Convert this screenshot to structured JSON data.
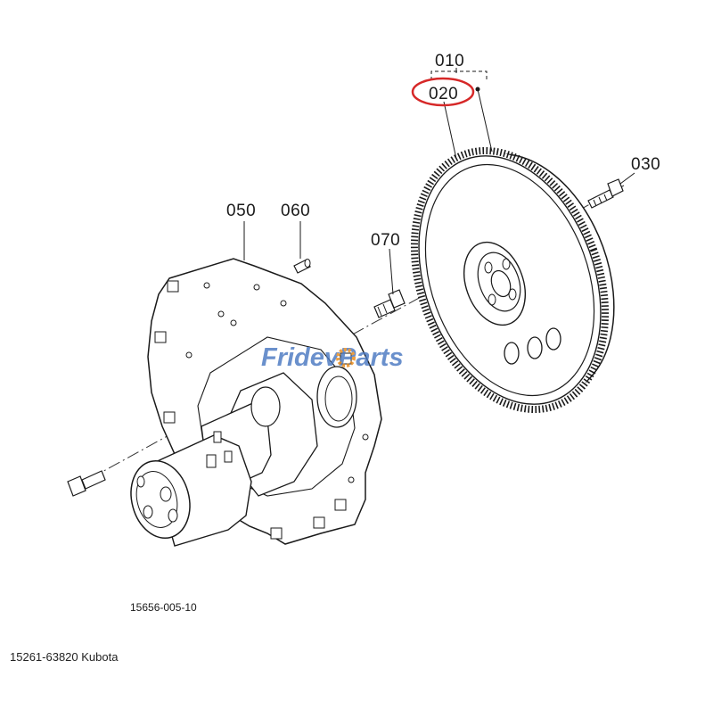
{
  "part_labels": {
    "p010": "010",
    "p020": "020",
    "p030": "030",
    "p050": "050",
    "p060": "060",
    "p070": "070"
  },
  "drawing_number": "15656-005-10",
  "caption": "15261-63820 Kubota",
  "watermark": {
    "part1": "Fridev",
    "part2": "Parts"
  },
  "colors": {
    "highlight": "#d62828",
    "watermark_blue": "#4a78c2",
    "watermark_orange": "#e88a1a",
    "line": "#1a1a1a"
  }
}
